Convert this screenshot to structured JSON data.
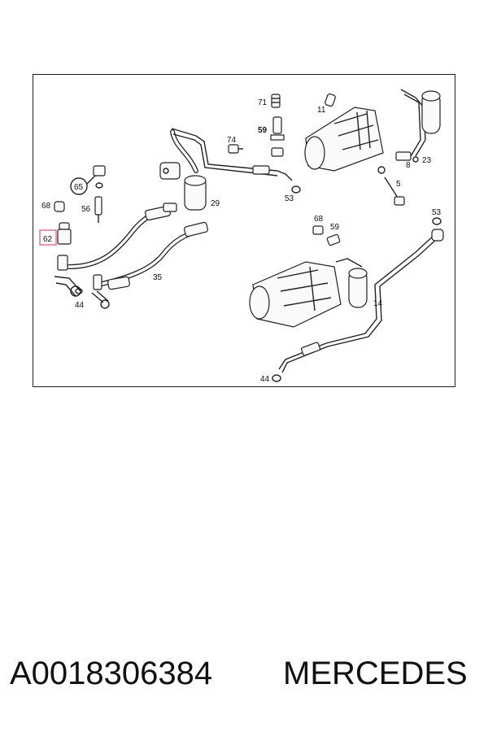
{
  "diagram": {
    "callouts": {
      "c71": "71",
      "c11": "11",
      "c74": "74",
      "c59a": "59",
      "c65": "65",
      "c68a": "68",
      "c56": "56",
      "c29": "29",
      "c53a": "53",
      "c62": "62",
      "c8": "8",
      "c23": "23",
      "c5": "5",
      "c53b": "53",
      "c68b": "68",
      "c59b": "59",
      "c35": "35",
      "c44a": "44",
      "c14": "14",
      "c44b": "44"
    },
    "highlighted_callout": "62",
    "highlight_color": "#e0506a"
  },
  "caption": {
    "part_number": "A0018306384",
    "brand": "MERCEDES"
  }
}
